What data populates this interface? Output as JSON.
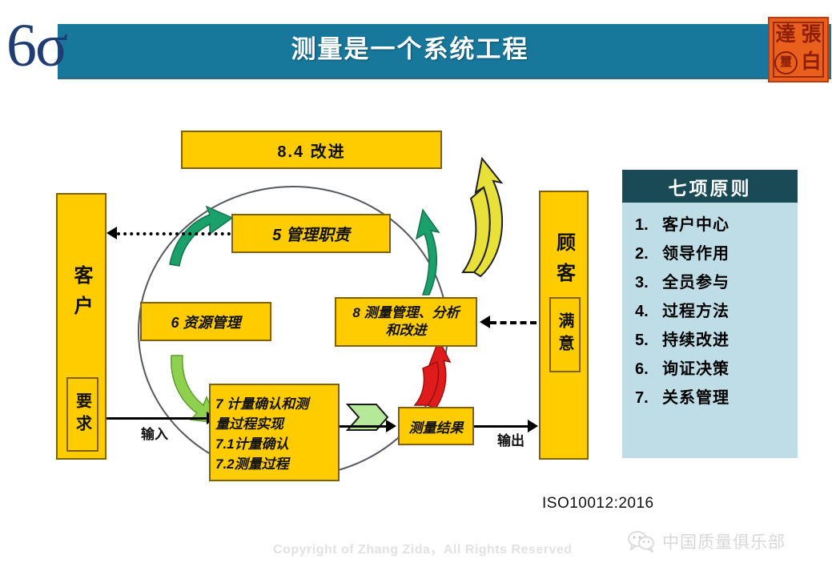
{
  "header": {
    "logo_text": "6σ",
    "logo_icon": "six-sigma-logo",
    "title": "测量是一个系统工程",
    "seal": {
      "char_top_left": "達",
      "char_top_right": "張",
      "char_bottom_right": "白",
      "char_circle": "璽"
    }
  },
  "diagram": {
    "improve_box": "8.4  改进",
    "management_box": "5  管理职责",
    "resource_box": "6  资源管理",
    "measure_analysis_box": {
      "line1": "8  测量管理、分析",
      "line2": "和改进"
    },
    "seven_box": {
      "line1": "7  计量确认和测",
      "line2": "量过程实现",
      "line3": "7.1计量确认",
      "line4": "7.2测量过程"
    },
    "result_box": "测量结果",
    "customer_left": {
      "title": "客户",
      "inner": "要求"
    },
    "customer_right": {
      "title": "顾客",
      "inner": "满意"
    },
    "input_label": "输入",
    "output_label": "输出",
    "colors": {
      "box_fill": "#ffcc00",
      "box_border": "#806000",
      "title_bar": "#17789c",
      "panel_header": "#1b4a57",
      "panel_body": "#bfdde6",
      "seal": "#e8601c",
      "arrow_green": "#1aa06a",
      "arrow_yellow": "#e8e13a",
      "arrow_red": "#e01b1b",
      "arrow_lightgreen": "#b6e89a"
    }
  },
  "principles": {
    "heading": "七项原则",
    "items": [
      {
        "num": "1.",
        "text": "客户中心"
      },
      {
        "num": "2.",
        "text": "领导作用"
      },
      {
        "num": "3.",
        "text": "全员参与"
      },
      {
        "num": "4.",
        "text": "过程方法"
      },
      {
        "num": "5.",
        "text": "持续改进"
      },
      {
        "num": "6.",
        "text": "询证决策"
      },
      {
        "num": "7.",
        "text": "关系管理"
      }
    ]
  },
  "footer": {
    "iso_reference": "ISO10012:2016",
    "copyright": "Copyright of Zhang Zida，All Rights Reserved",
    "wechat_account": "中国质量俱乐部",
    "wechat_icon": "wechat-icon"
  }
}
